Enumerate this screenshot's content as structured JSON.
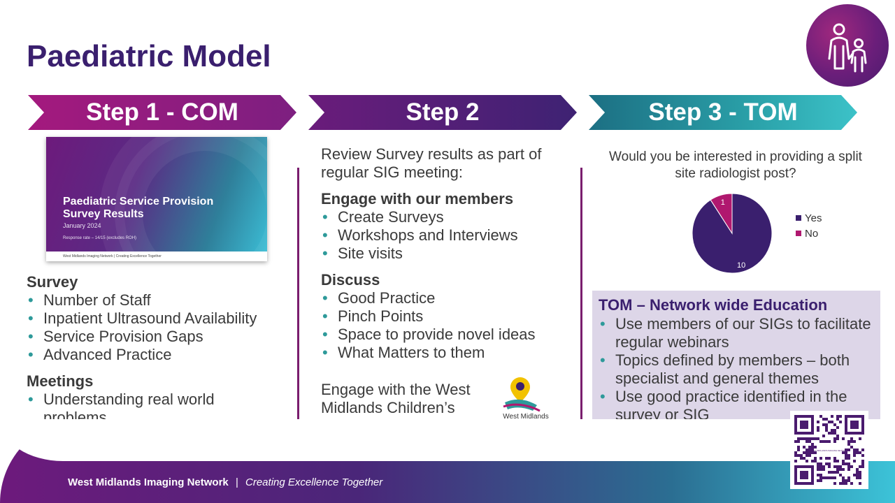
{
  "title": "Paediatric Model",
  "steps": [
    "Step 1 - COM",
    "Step 2",
    "Step 3 - TOM"
  ],
  "thumbnail": {
    "title": "Paediatric Service Provision Survey Results",
    "date": "January 2024",
    "response": "Response rate – 14/15 (excludes ROH)",
    "footer": "West Midlands Imaging Network | Creating Excellence Together"
  },
  "col1": {
    "survey_heading": "Survey",
    "survey_items": [
      "Number of Staff",
      "Inpatient Ultrasound Availability",
      "Service Provision Gaps",
      "Advanced Practice"
    ],
    "meetings_heading": "Meetings",
    "meetings_items": [
      "Understanding real world problems"
    ]
  },
  "col2": {
    "intro": "Review Survey results as part of regular SIG meeting:",
    "engage_heading": "Engage with our members",
    "engage_items": [
      "Create Surveys",
      "Workshops and Interviews",
      "Site visits"
    ],
    "discuss_heading": "Discuss",
    "discuss_items": [
      "Good Practice",
      "Pinch Points",
      "Space to provide novel ideas",
      "What Matters to them"
    ],
    "network_text": "Engage with the West Midlands Children’s Network",
    "logo_text": "West Midlands Children’s Network"
  },
  "col3": {
    "question": "Would you be interested in providing a split site radiologist post?",
    "tom_heading": "TOM – Network wide Education",
    "tom_items": [
      "Use members of our SIGs to facilitate regular webinars",
      "Topics defined by members – both specialist and general themes",
      "Use good practice identified in the survey or SIG"
    ],
    "qr_caption": "WEST MIDLANDS IMAGING NETWORK"
  },
  "chart_data": {
    "type": "pie",
    "categories": [
      "Yes",
      "No"
    ],
    "values": [
      10,
      1
    ],
    "colors": [
      "#3a1f6e",
      "#b0186f"
    ],
    "legend": "right"
  },
  "footer": {
    "org": "West Midlands Imaging Network",
    "separator": "|",
    "tagline": "Creating Excellence Together"
  },
  "colors": {
    "title": "#3a1f6e",
    "bullet": "#2e9a9a",
    "tom_box": "#ddd6e8"
  }
}
